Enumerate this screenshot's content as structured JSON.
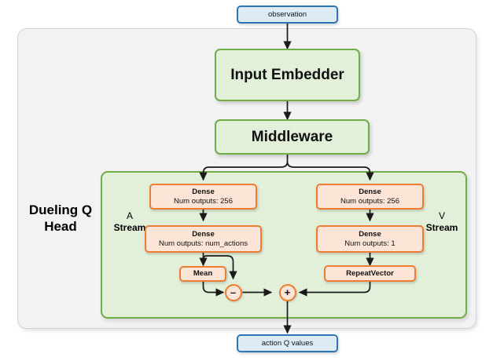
{
  "diagram": {
    "title_label": "Dueling Q Head",
    "io": {
      "input": "observation",
      "output": "action Q values"
    },
    "modules": {
      "input_embedder": "Input Embedder",
      "middleware": "Middleware"
    },
    "streams": {
      "advantage": {
        "line1": "A",
        "line2": "Stream"
      },
      "value": {
        "line1": "V",
        "line2": "Stream"
      }
    },
    "a_stream": {
      "dense1": {
        "name": "Dense",
        "params": "Num outputs: 256"
      },
      "dense2": {
        "name": "Dense",
        "params": "Num outputs: num_actions"
      },
      "mean": {
        "name": "Mean"
      }
    },
    "v_stream": {
      "dense1": {
        "name": "Dense",
        "params": "Num outputs: 256"
      },
      "dense2": {
        "name": "Dense",
        "params": "Num outputs: 1"
      },
      "repeat": {
        "name": "RepeatVector"
      }
    },
    "operators": {
      "subtract": "–",
      "add": "+"
    },
    "colors": {
      "io_fill": "#ddebf7",
      "io_stroke": "#2e75b6",
      "module_fill": "#e2efd9",
      "module_stroke": "#70ad47",
      "layer_fill": "#fce4d6",
      "layer_stroke": "#ed7d31",
      "container_fill": "#f2f2f2",
      "container_stroke": "#d2d2d2",
      "wire": "#1a1a1a"
    }
  }
}
